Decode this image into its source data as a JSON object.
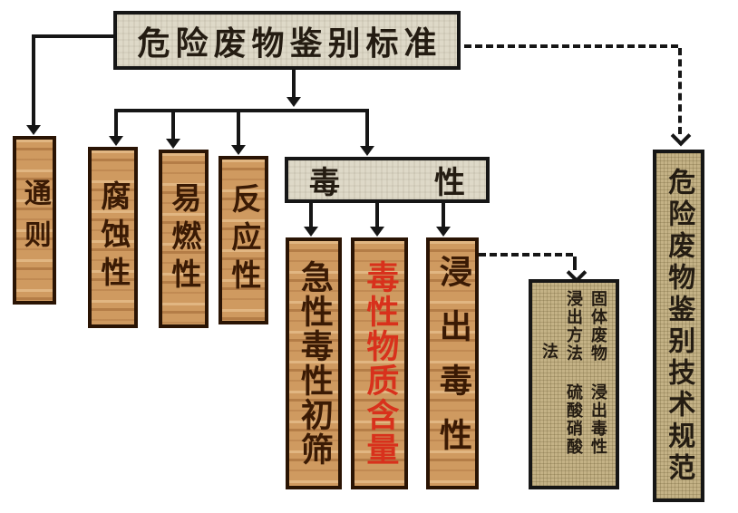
{
  "colors": {
    "background": "#ffffff",
    "connector_line": "#161616",
    "paper_box_bg": "#ded9c8",
    "wood_box_bg": "#cf9a60",
    "burlap_box_bg": "#c4b286",
    "dark_text": "#241c12",
    "wood_text": "#3a1a04",
    "red_text": "#d8311c"
  },
  "nodes": {
    "standard": {
      "label": "危险废物鉴别标准"
    },
    "general": {
      "label": "通则"
    },
    "corrosivity": {
      "label": "腐蚀性"
    },
    "flammability": {
      "label": "易燃性"
    },
    "reactivity": {
      "label": "反应性"
    },
    "toxicity": {
      "label": "毒性",
      "chars": [
        "毒",
        "性"
      ]
    },
    "acute_toxicity_screening": {
      "label": "急性毒性初筛"
    },
    "toxic_substance_content": {
      "label": "毒性物质含量"
    },
    "leaching_toxicity": {
      "label": "浸出毒性"
    },
    "leaching_method": {
      "label": "固体废物 浸出毒性 浸出方法 硫酸硝酸法",
      "lines": [
        "固体废物 浸出毒性",
        "浸出方法 硫酸硝酸",
        "法"
      ]
    },
    "tech_spec": {
      "label": "危险废物鉴别技术规范"
    }
  }
}
